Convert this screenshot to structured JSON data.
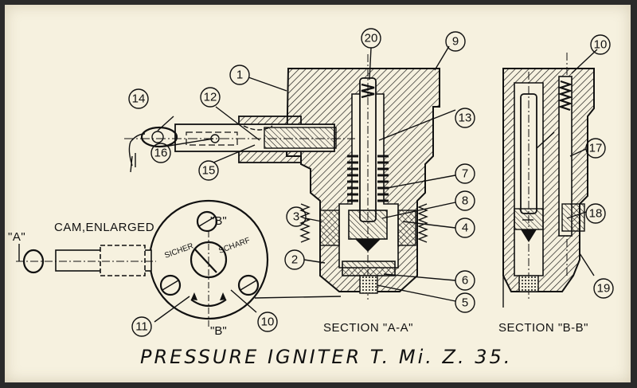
{
  "title": "PRESSURE IGNITER T. Mi. Z. 35.",
  "labels": {
    "cam": "CAM,ENLARGED",
    "section_aa": "SECTION \"A-A\"",
    "section_bb": "SECTION \"B-B\"",
    "view_a": "\"A\"",
    "view_b_top": "\"B\"",
    "view_b_bottom": "\"B\"",
    "sicher": "SICHER",
    "scharf": "SCHARF"
  },
  "callouts": [
    {
      "id": "c1",
      "text": "1"
    },
    {
      "id": "c2",
      "text": "2"
    },
    {
      "id": "c3",
      "text": "3"
    },
    {
      "id": "c4",
      "text": "4"
    },
    {
      "id": "c5",
      "text": "5"
    },
    {
      "id": "c6",
      "text": "6"
    },
    {
      "id": "c7",
      "text": "7"
    },
    {
      "id": "c8a",
      "text": "8"
    },
    {
      "id": "c9",
      "text": "9"
    },
    {
      "id": "c10a",
      "text": "10"
    },
    {
      "id": "c10b",
      "text": "10"
    },
    {
      "id": "c11",
      "text": "11"
    },
    {
      "id": "c12",
      "text": "12"
    },
    {
      "id": "c13",
      "text": "13"
    },
    {
      "id": "c14",
      "text": "14"
    },
    {
      "id": "c15",
      "text": "15"
    },
    {
      "id": "c16",
      "text": "16"
    },
    {
      "id": "c17",
      "text": "17"
    },
    {
      "id": "c18",
      "text": "18"
    },
    {
      "id": "c19",
      "text": "19"
    },
    {
      "id": "c20",
      "text": "20"
    }
  ]
}
